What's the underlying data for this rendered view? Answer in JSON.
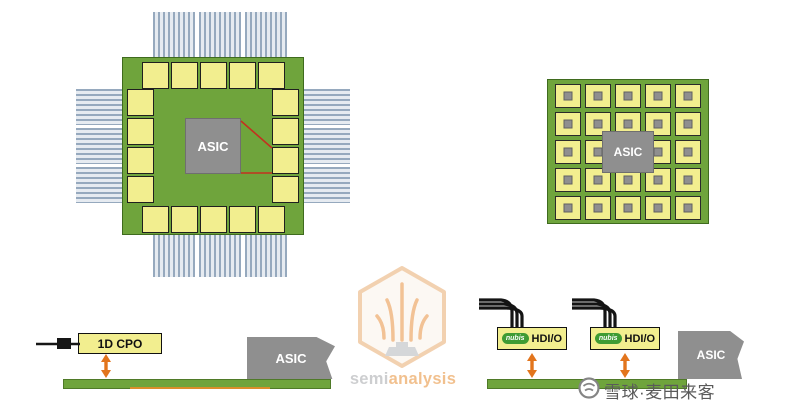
{
  "top_left_diagram": {
    "asic_label": "ASIC"
  },
  "top_right_diagram": {
    "asic_label": "ASIC"
  },
  "bottom_left_diagram": {
    "cpo_label": "1D CPO",
    "asic_label": "ASIC"
  },
  "bottom_right_diagram": {
    "module1": {
      "logo_label": "nubis",
      "label": "HDI/O"
    },
    "module2": {
      "logo_label": "nubis",
      "label": "HDI/O"
    },
    "asic_label": "ASIC"
  },
  "watermark": {
    "semi": "semi",
    "analysis": "analysis"
  },
  "credit": {
    "text": "雪球·麦田来客"
  },
  "colors": {
    "substrate_green": "#6FA43C",
    "pad_yellow": "#F2EE8F",
    "asic_gray": "#8F8F8F",
    "arrow_orange": "#E2751D",
    "callout_red": "#C3311F",
    "fiber_stripe_blue": "#96A9BE",
    "nubis_green": "#3E9B33"
  }
}
